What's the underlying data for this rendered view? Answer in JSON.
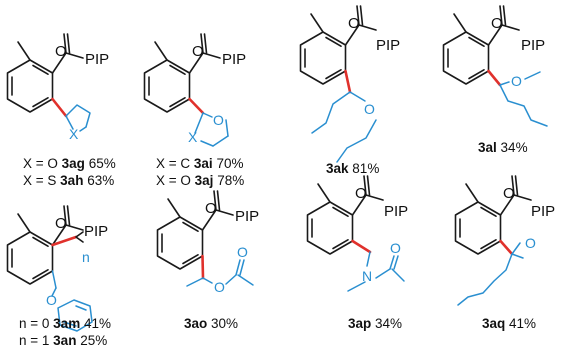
{
  "labels": {
    "pip": "PIP",
    "o": "O",
    "x": "X",
    "n": "N",
    "subscript_n": "n"
  },
  "compounds": {
    "ag": {
      "cond": "X = O",
      "code": "3ag",
      "yield": "65%"
    },
    "ah": {
      "cond": "X = S",
      "code": "3ah",
      "yield": "63%"
    },
    "ai": {
      "cond": "X = C",
      "code": "3ai",
      "yield": "70%"
    },
    "aj": {
      "cond": "X = O",
      "code": "3aj",
      "yield": "78%"
    },
    "ak": {
      "code": "3ak",
      "yield": "81%"
    },
    "al": {
      "code": "3al",
      "yield": "34%"
    },
    "am": {
      "cond": "n = 0",
      "code": "3am",
      "yield": "41%"
    },
    "an": {
      "cond": "n = 1",
      "code": "3an",
      "yield": "25%"
    },
    "ao": {
      "code": "3ao",
      "yield": "30%"
    },
    "ap": {
      "code": "3ap",
      "yield": "34%"
    },
    "aq": {
      "code": "3aq",
      "yield": "41%"
    }
  },
  "colors": {
    "core_bonds": "#1a1a1a",
    "new_bond": "#e0312c",
    "substituent": "#2a8fd0"
  }
}
